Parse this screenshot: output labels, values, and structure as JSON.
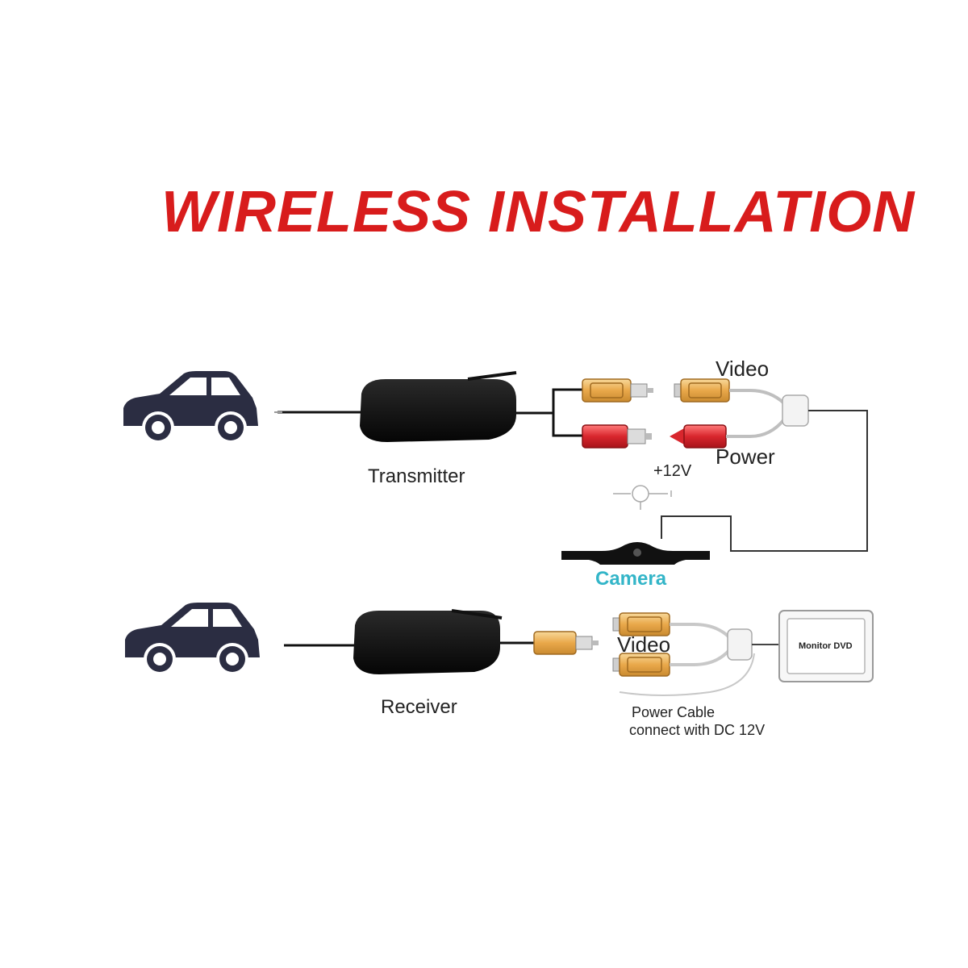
{
  "title": {
    "text": "WIRELESS INSTALLATION",
    "color": "#d81c1c"
  },
  "transmitter": {
    "label": "Transmitter",
    "video_label": "Video",
    "power_label": "Power",
    "voltage_label": "+12V",
    "camera_label": "Camera"
  },
  "receiver": {
    "label": "Receiver",
    "video_label": "Video",
    "monitor_label": "Monitor DVD",
    "power_cable_line1": "Power Cable",
    "power_cable_line2": "connect with DC 12V"
  },
  "colors": {
    "car": "#2b2d42",
    "module": "#111111",
    "rca_yellow": "#e9a84a",
    "rca_red": "#d8262d",
    "camera_label": "#33b5c8"
  },
  "icons": [
    "car-icon",
    "transmitter-module",
    "receiver-module",
    "rca-connector",
    "license-plate-camera",
    "monitor-icon"
  ]
}
